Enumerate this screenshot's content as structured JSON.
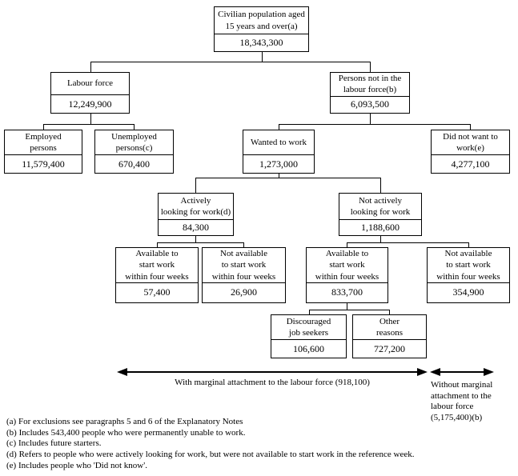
{
  "diagram": {
    "nodes": {
      "civilian_population": {
        "label": "Civilian population aged\n15 years and over(a)",
        "value": "18,343,300"
      },
      "labour_force": {
        "label": "Labour force",
        "value": "12,249,900"
      },
      "not_in_labour_force": {
        "label": "Persons not in the\nlabour force(b)",
        "value": "6,093,500"
      },
      "employed": {
        "label": "Employed\npersons",
        "value": "11,579,400"
      },
      "unemployed": {
        "label": "Unemployed\npersons(c)",
        "value": "670,400"
      },
      "wanted_to_work": {
        "label": "Wanted to work",
        "value": "1,273,000"
      },
      "did_not_want_to_work": {
        "label": "Did not want to\nwork(e)",
        "value": "4,277,100"
      },
      "actively_looking": {
        "label": "Actively\nlooking for work(d)",
        "value": "84,300"
      },
      "not_actively_looking": {
        "label": "Not actively\nlooking for work",
        "value": "1,188,600"
      },
      "available_actively": {
        "label": "Available to\nstart work\nwithin four weeks",
        "value": "57,400"
      },
      "not_available_actively": {
        "label": "Not available\nto start work\nwithin four weeks",
        "value": "26,900"
      },
      "available_not_actively": {
        "label": "Available to\nstart work\nwithin four weeks",
        "value": "833,700"
      },
      "not_available_not_actively": {
        "label": "Not available\nto start work\nwithin four weeks",
        "value": "354,900"
      },
      "discouraged_job_seekers": {
        "label": "Discouraged\njob seekers",
        "value": "106,600"
      },
      "other_reasons": {
        "label": "Other\nreasons",
        "value": "727,200"
      }
    },
    "spans": {
      "with_marginal": "With marginal attachment to the labour force (918,100)",
      "without_marginal": "Without marginal\nattachment to the\nlabour force\n(5,175,400)(b)"
    },
    "footnotes": [
      "(a) For exclusions see paragraphs 5 and 6 of the Explanatory Notes",
      "(b) Includes 543,400 people who were permanently unable to work.",
      "(c) Includes future starters.",
      "(d) Refers to people who were actively looking for work, but were not available to start work in the reference week.",
      "(e) Includes people who 'Did not know'."
    ]
  }
}
